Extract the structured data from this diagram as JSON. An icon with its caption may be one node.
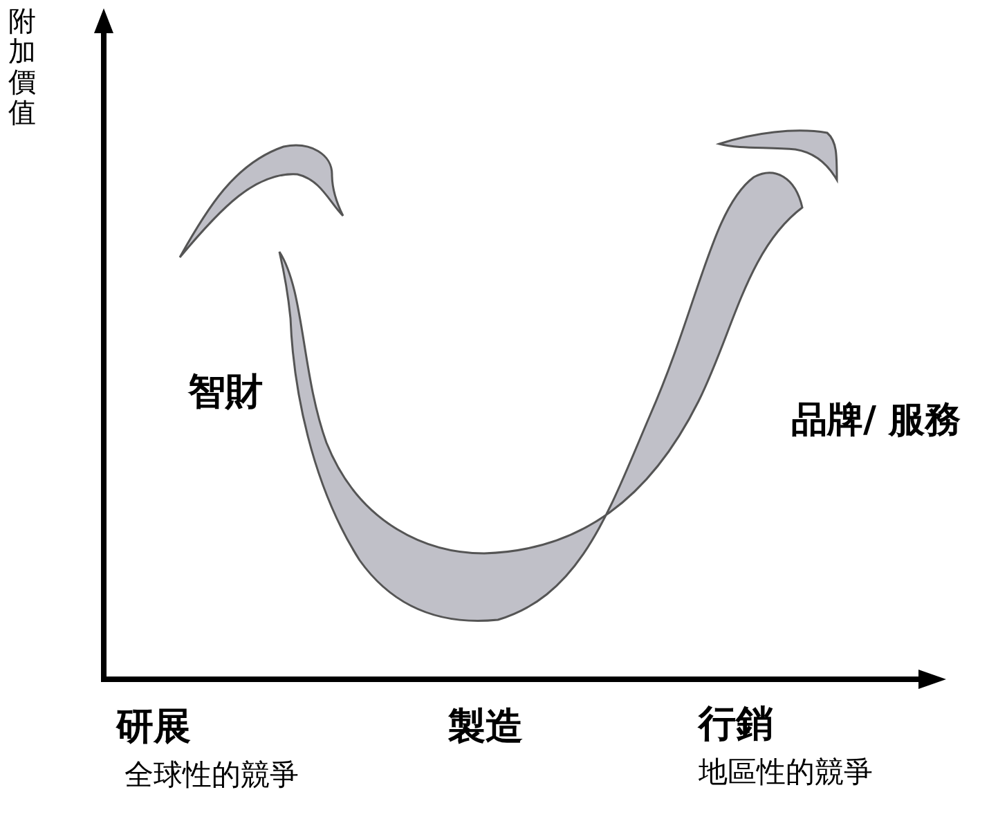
{
  "diagram": {
    "labels": [
      "附加價值",
      "智財",
      "品牌/ 服務",
      "研展",
      "製造",
      "行銷",
      "全球性的競爭",
      "地區性的競爭"
    ]
  }
}
